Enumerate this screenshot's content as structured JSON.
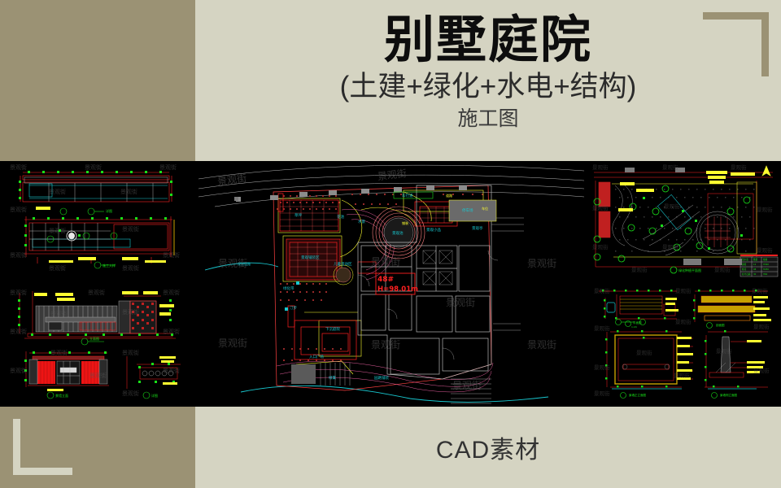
{
  "poster": {
    "background_color": "#d5d4c2",
    "accent_color": "#9b9274",
    "title": "别墅庭院",
    "subtitle": "(土建+绿化+水电+结构)",
    "subtitle2": "施工图",
    "bottom_caption": "CAD素材"
  },
  "watermark": {
    "text": "景观街",
    "color": "#565656"
  },
  "panels": [
    {
      "id": "top-left",
      "name": "elevation-details-panel",
      "description": "CAD 立面大样图",
      "background": "#000000",
      "line_colors": [
        "#ff2020",
        "#19e019",
        "#18c8d0",
        "#ffffff",
        "#ffff30"
      ]
    },
    {
      "id": "bottom-left",
      "name": "facade-elevation-panel",
      "description": "CAD 立面图 红色饰面",
      "background": "#000000",
      "line_colors": [
        "#ff2020",
        "#19e019",
        "#ffff30",
        "#bdbdbd",
        "#c02020"
      ]
    },
    {
      "id": "center",
      "name": "site-plan-panel",
      "description": "别墅总平面布置图",
      "background": "#000000",
      "line_colors": [
        "#ff2020",
        "#19e019",
        "#18c8d0",
        "#ffff30",
        "#bdbdbd",
        "#ff6ab0"
      ],
      "labels": [
        {
          "text": "48#",
          "color": "#ff2020"
        },
        {
          "text": "H=98.01m",
          "color": "#ff2020"
        }
      ]
    },
    {
      "id": "top-right",
      "name": "landscape-plan-panel",
      "description": "绿化种植平面图",
      "background": "#000000",
      "line_colors": [
        "#19e019",
        "#ff2020",
        "#ffff30",
        "#18c8d0",
        "#9a9a9a"
      ]
    },
    {
      "id": "bottom-right",
      "name": "construction-detail-panel",
      "description": "构造大样详图",
      "background": "#000000",
      "line_colors": [
        "#ff2020",
        "#19e019",
        "#ffff30",
        "#c8a000",
        "#bdbdbd"
      ]
    }
  ]
}
